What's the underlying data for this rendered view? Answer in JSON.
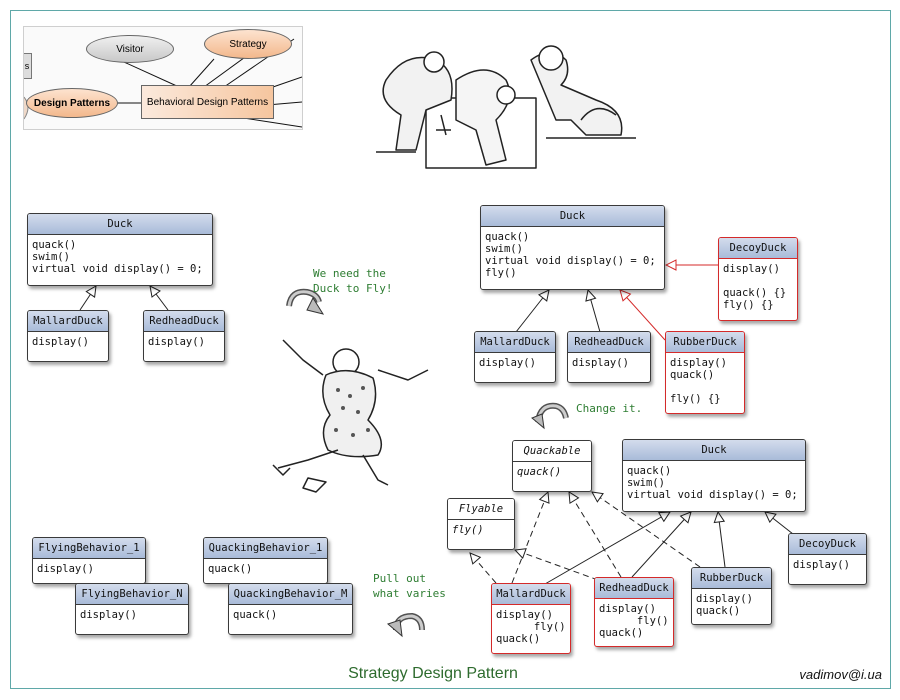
{
  "title": "Strategy Design Pattern",
  "author": "vadimov@i.ua",
  "mindmap": {
    "visitor": "Visitor",
    "strategy": "Strategy",
    "design_patterns": "Design Patterns",
    "behavioral": "Behavioral Design Patterns",
    "left_stub": "s"
  },
  "notes": {
    "need_fly": "We need the\nDuck to Fly!",
    "change_it": "Change it.",
    "pull_out": "Pull out\nwhat varies"
  },
  "classes": {
    "duck_a": {
      "name": "Duck",
      "body": "quack()\nswim()\nvirtual void display() = 0;"
    },
    "mallard_a": {
      "name": "MallardDuck",
      "body": "display()"
    },
    "redhead_a": {
      "name": "RedheadDuck",
      "body": "display()"
    },
    "duck_b": {
      "name": "Duck",
      "body": "quack()\nswim()\nvirtual void display() = 0;\nfly()"
    },
    "decoy_b": {
      "name": "DecoyDuck",
      "body": "display()\n\nquack() {}\nfly() {}"
    },
    "mallard_b": {
      "name": "MallardDuck",
      "body": "display()"
    },
    "redhead_b": {
      "name": "RedheadDuck",
      "body": "display()"
    },
    "rubber_b": {
      "name": "RubberDuck",
      "body": "display()\nquack()\n\nfly() {}"
    },
    "quackable": {
      "name": "Quackable",
      "body": "quack()"
    },
    "flyable": {
      "name": "Flyable",
      "body": "fly()"
    },
    "duck_c": {
      "name": "Duck",
      "body": "quack()\nswim()\nvirtual void display() = 0;"
    },
    "decoy_c": {
      "name": "DecoyDuck",
      "body": "display()"
    },
    "mallard_c": {
      "name": "MallardDuck",
      "body": "display()\n      fly()\nquack()"
    },
    "redhead_c": {
      "name": "RedheadDuck",
      "body": "display()\n      fly()\nquack()"
    },
    "rubber_c": {
      "name": "RubberDuck",
      "body": "display()\nquack()"
    },
    "flying_1": {
      "name": "FlyingBehavior_1",
      "body": "display()"
    },
    "flying_n": {
      "name": "FlyingBehavior_N",
      "body": "display()"
    },
    "quacking_1": {
      "name": "QuackingBehavior_1",
      "body": "quack()"
    },
    "quacking_m": {
      "name": "QuackingBehavior_M",
      "body": "quack()"
    }
  },
  "colors": {
    "header_blue": "#a9bbd9",
    "highlight_red": "#d42a2a",
    "note_green": "#2e7d32",
    "frame": "#5fa8a8"
  }
}
